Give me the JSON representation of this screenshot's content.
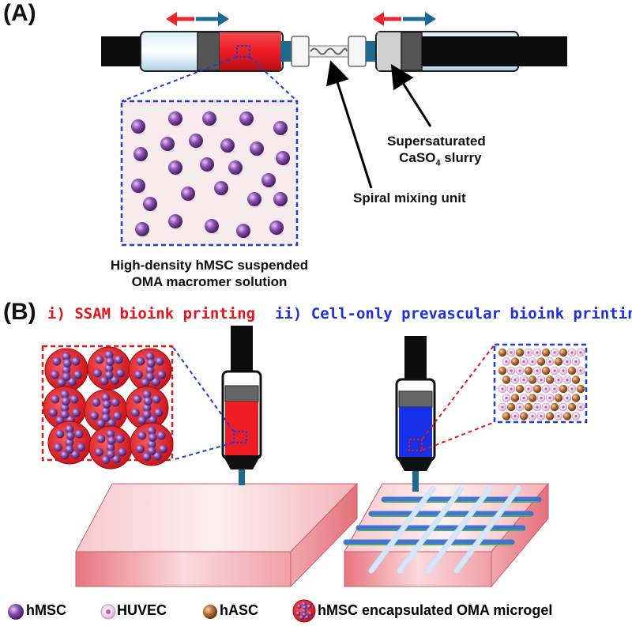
{
  "panel_a": {
    "label": "(A)",
    "cell_suspension_label": [
      "High-density hMSC suspended",
      "OMA macromer solution"
    ],
    "slurry_label_line1": "Supersaturated",
    "slurry_label_line2_prefix": "CaSO",
    "slurry_label_line2_sub": "4",
    "slurry_label_line2_suffix": " slurry",
    "mixer_label": "Spiral mixing unit"
  },
  "panel_b": {
    "label": "(B)",
    "left_title": "i) SSAM bioink printing",
    "right_title": "ii) Cell-only prevascular bioink printing"
  },
  "legend": [
    {
      "label": "hMSC",
      "icon": "hmsc-cell-icon"
    },
    {
      "label": "HUVEC",
      "icon": "huvec-cell-icon"
    },
    {
      "label": "hASC",
      "icon": "hasc-cell-icon"
    },
    {
      "label": "hMSC encapsulated OMA microgel",
      "icon": "microgel-icon"
    }
  ],
  "colors": {
    "syringe_red": "#ee1c24",
    "syringe_blue": "#1530e8",
    "frame_blue": "#1f3fd0",
    "frame_red": "#d41f1f",
    "hmsc": "#7a3f9e",
    "hasc": "#b5652d",
    "huvec": "#e8b7e3",
    "arrow_red": "#e8262d",
    "arrow_teal": "#1e6a8e"
  }
}
